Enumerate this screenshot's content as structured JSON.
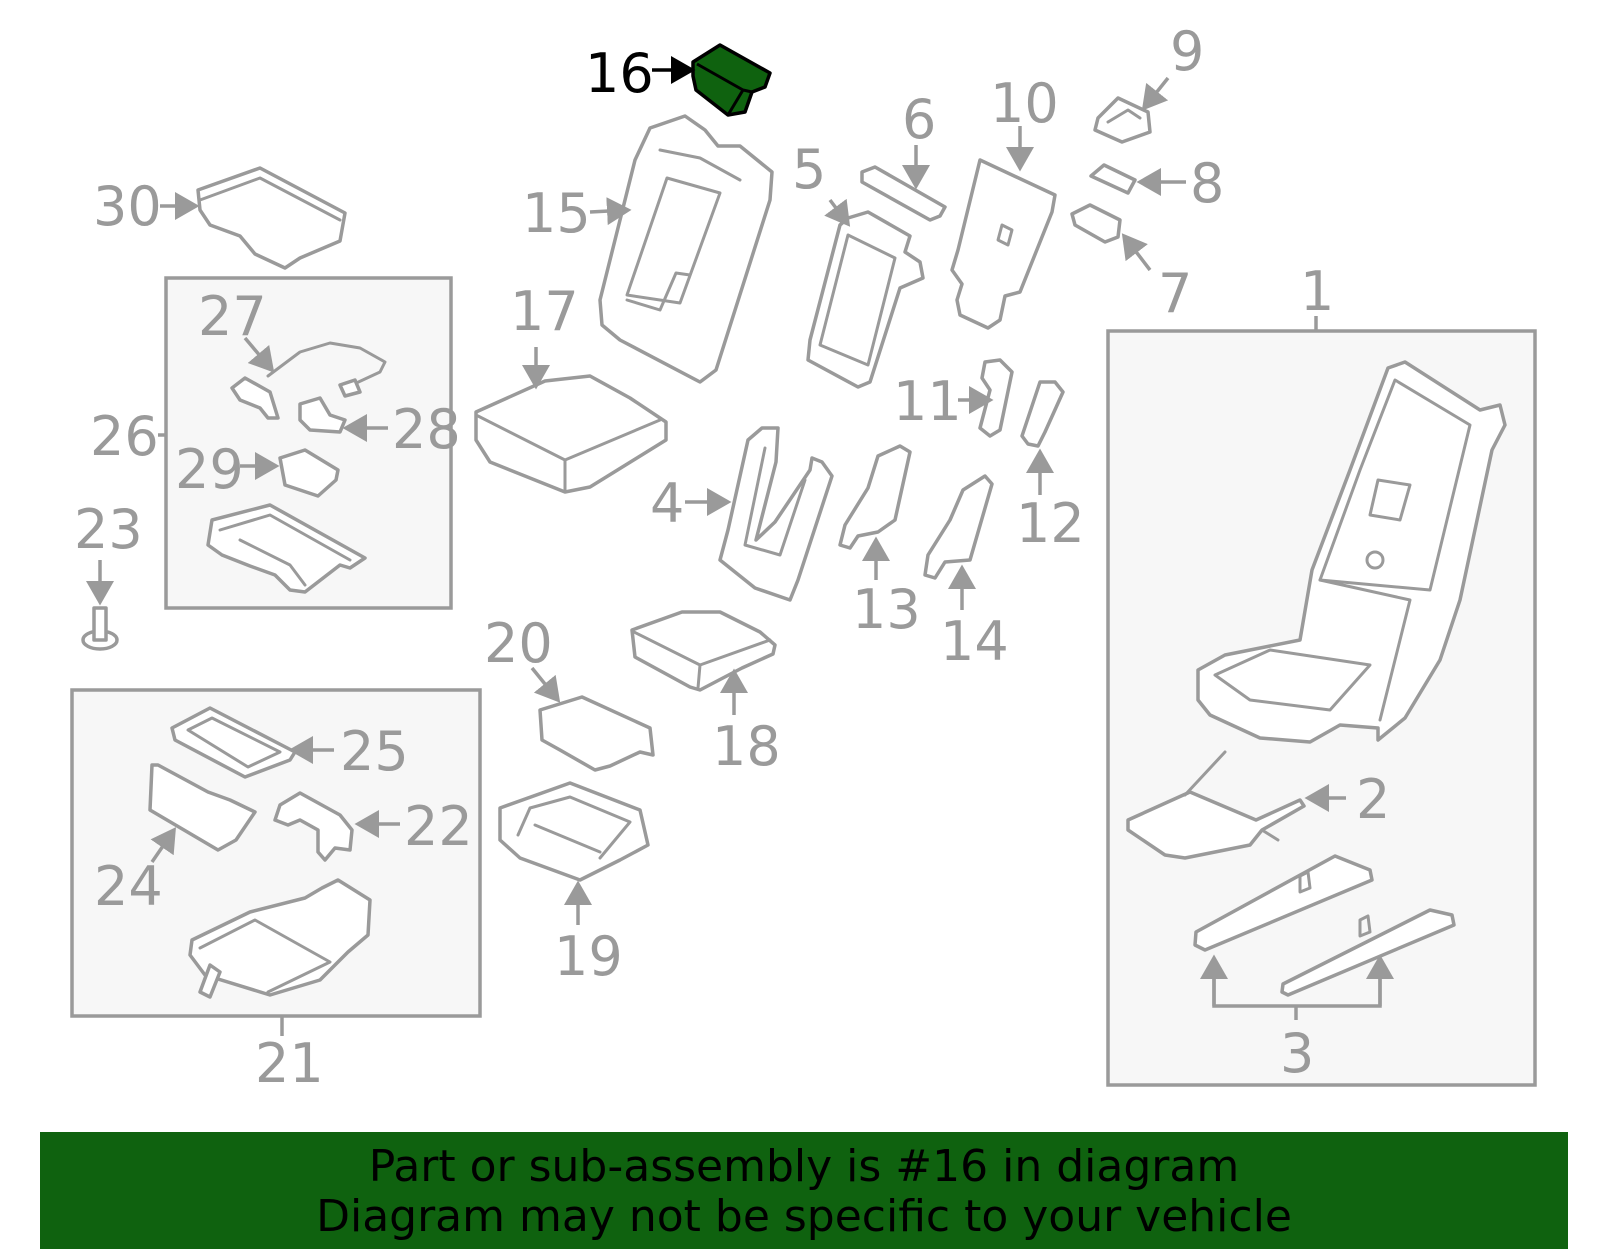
{
  "colors": {
    "highlight": "#0f620f",
    "part_line": "#9a9a9a",
    "banner_bg": "#0f620f",
    "banner_text": "#000000"
  },
  "callouts": {
    "c1": "1",
    "c2": "2",
    "c3": "3",
    "c4": "4",
    "c5": "5",
    "c6": "6",
    "c7": "7",
    "c8": "8",
    "c9": "9",
    "c10": "10",
    "c11": "11",
    "c12": "12",
    "c13": "13",
    "c14": "14",
    "c15": "15",
    "c16": "16",
    "c17": "17",
    "c18": "18",
    "c19": "19",
    "c20": "20",
    "c21": "21",
    "c22": "22",
    "c23": "23",
    "c24": "24",
    "c25": "25",
    "c26": "26",
    "c27": "27",
    "c28": "28",
    "c29": "29",
    "c30": "30"
  },
  "banner": {
    "line1": "Part or sub-assembly is #16 in diagram",
    "line2": "Diagram may not be specific to your vehicle"
  }
}
